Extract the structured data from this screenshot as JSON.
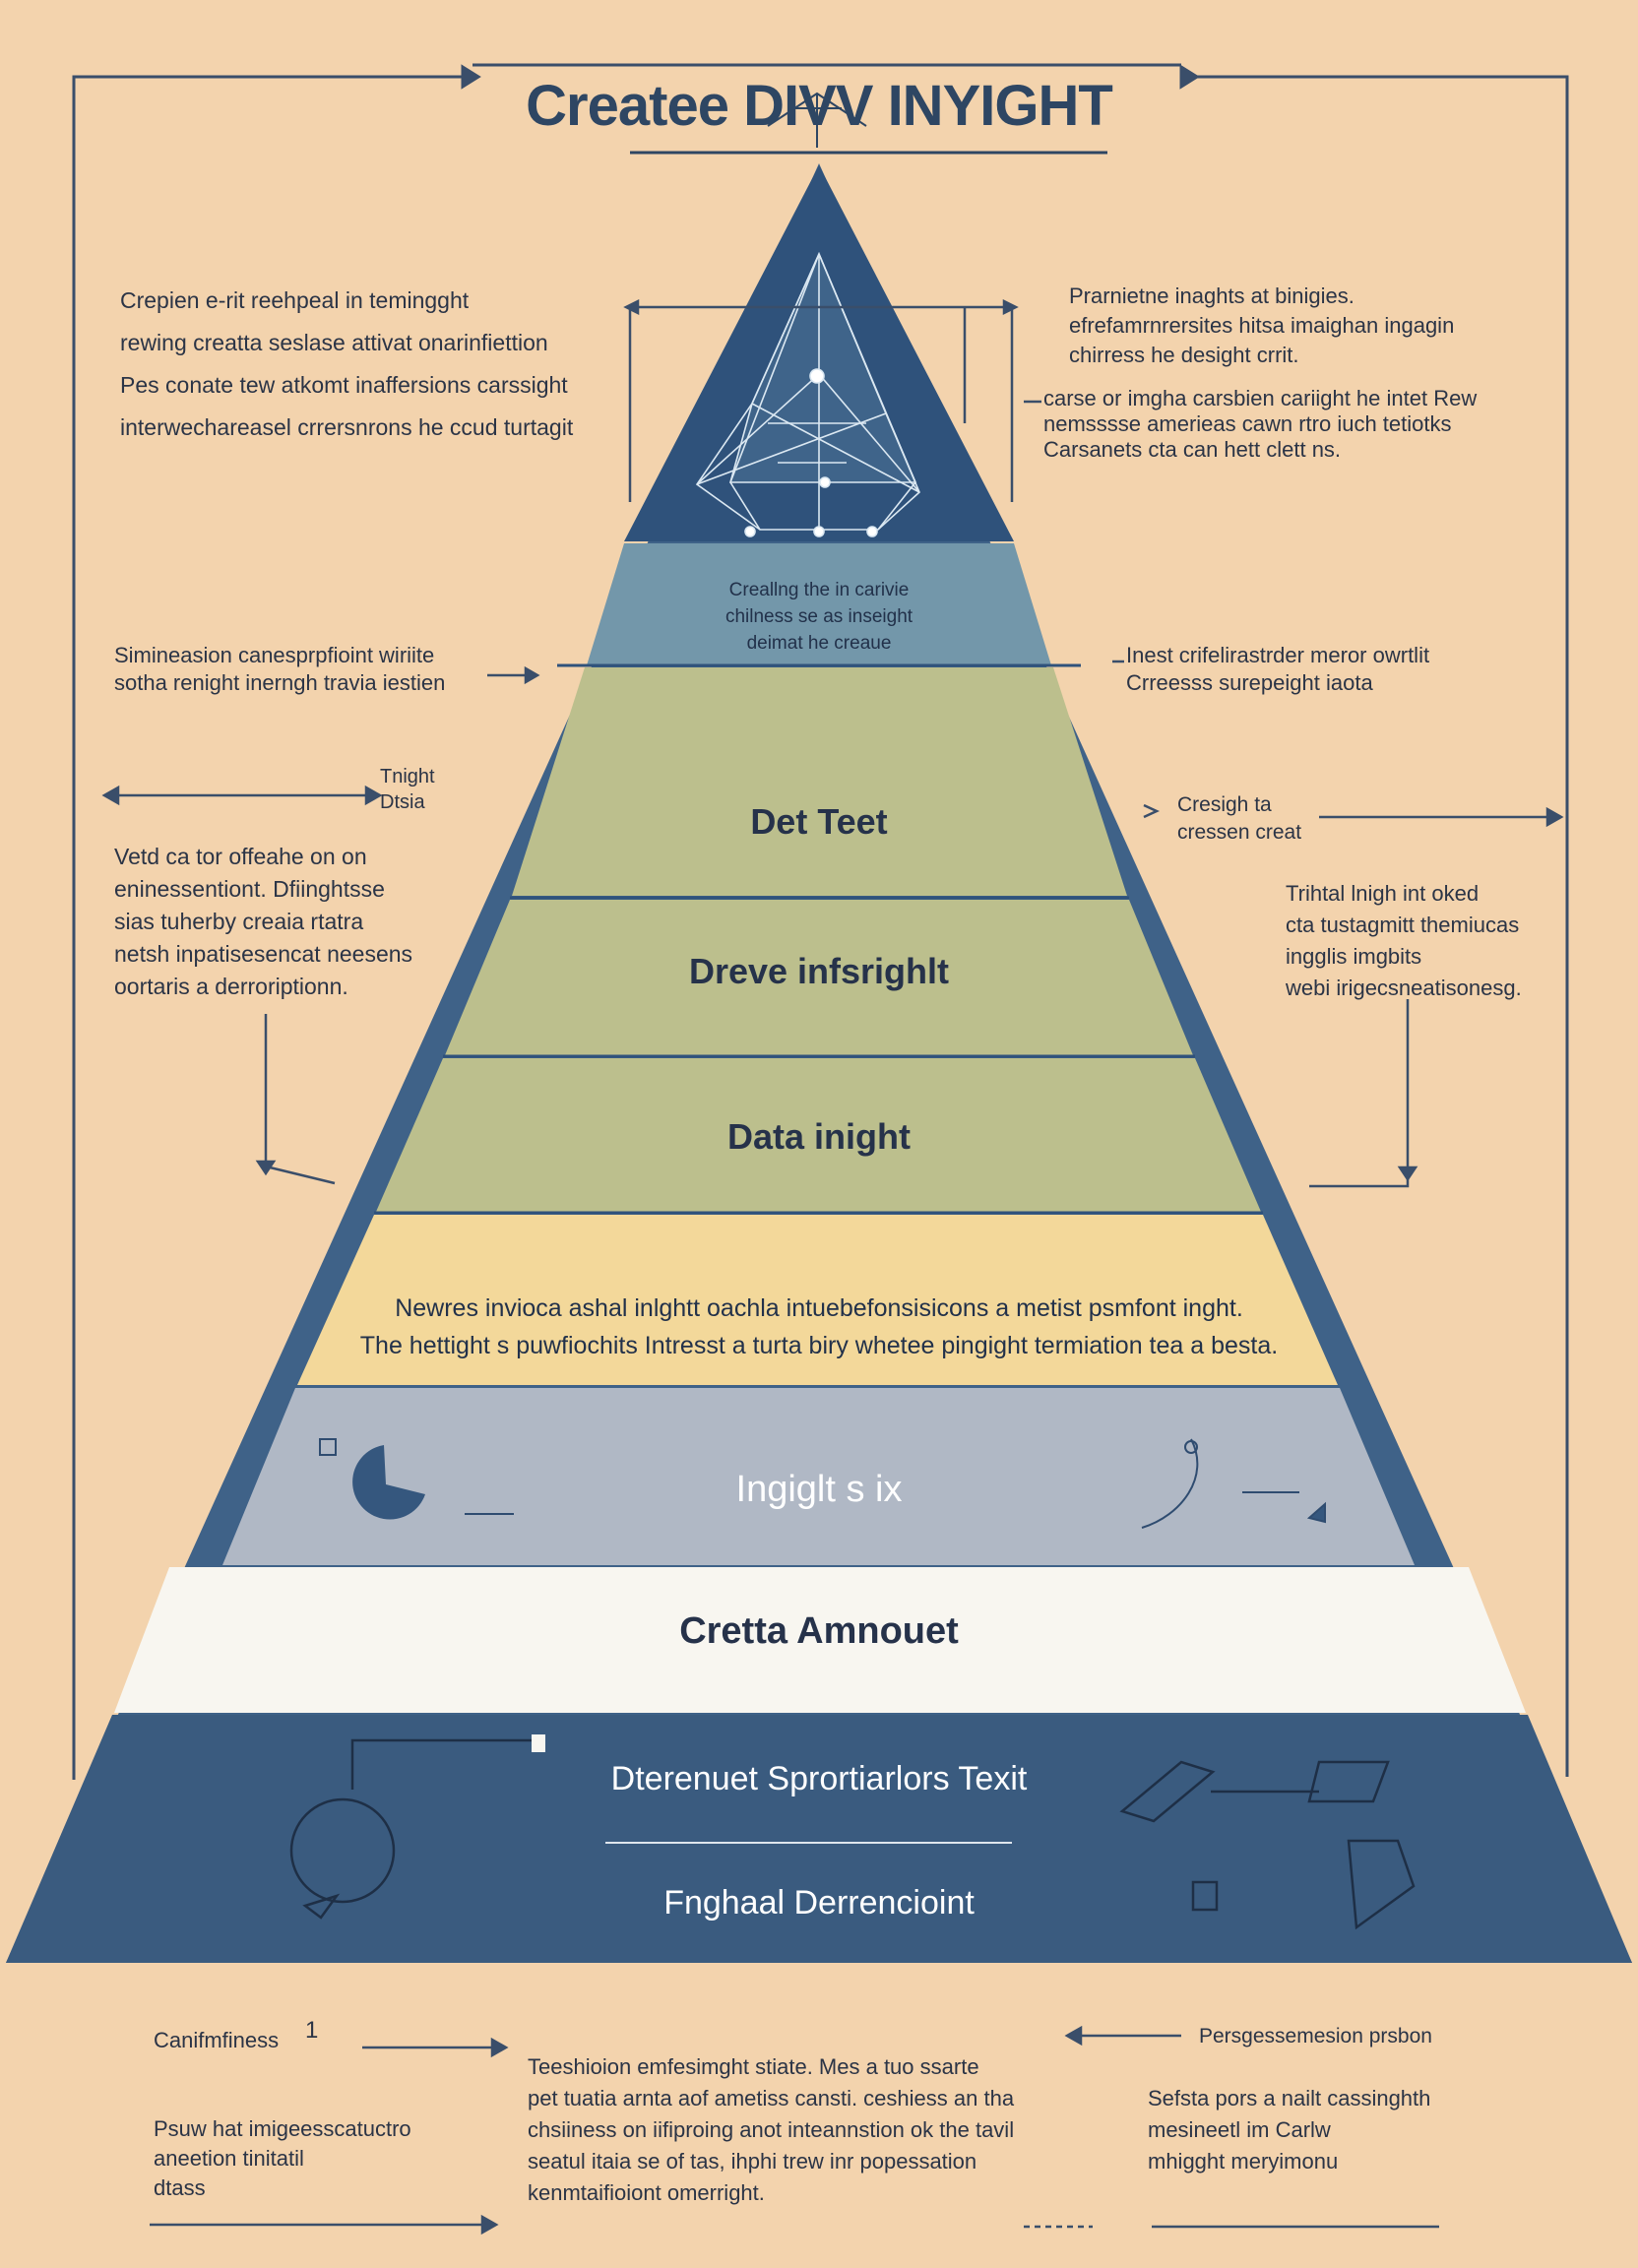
{
  "title": "Createe DIVV INYIGHT",
  "pyramid": {
    "apex_caption": [
      "Creallng the in carivie",
      "chilness se as inseight",
      "deimat he creaue"
    ],
    "layers": [
      {
        "label": "Det Teet"
      },
      {
        "label": "Dreve infsrighlt"
      },
      {
        "label": "Data inight"
      },
      {
        "lines": [
          "Newres invioca ashal inlghtt oachla intuebefonsisicons a metist psmfont inght.",
          "The hettight s puwfiochits Intresst a turta biry whetee pingight termiation tea a besta."
        ]
      },
      {
        "label": "Ingiglt s ix"
      },
      {
        "label": "Cretta Amnouet"
      },
      {
        "label": "Dterenuet Sprortiarlors Texit"
      },
      {
        "label": "Fnghaal Derrencioint"
      }
    ]
  },
  "left_notes": {
    "top": [
      "Crepien e-rit reehpeal in temingght",
      "rewing creatta seslase attivat onarinfiettion",
      "Pes conate tew atkomt inaffersions carssight",
      "interwechareasel crrersnrons he ccud turtagit"
    ],
    "mid": [
      "Simineasion canesprpfioint wiriite",
      "sotha renight inerngh travia iestien"
    ],
    "tag": [
      "Tnight",
      "Dtsia"
    ],
    "lower": [
      "Vetd ca tor offeahe on on",
      "eninessentiont. Dfiinghtsse",
      "sias tuherby creaia rtatra",
      "netsh inpatisesencat neesens",
      "oortaris a derroriptionn."
    ]
  },
  "right_notes": {
    "top": [
      "Prarnietne inaghts at binigies.",
      "efrefamrnrersites hitsa imaighan ingagin",
      "chirress he desight crrit."
    ],
    "top2": [
      "carse or imgha carsbien cariight he intet Rew",
      "nemsssse amerieas cawn rtro iuch tetiotks",
      "Carsanets cta can hett clett ns."
    ],
    "mid": [
      "Inest crifelirastrder meror owrtlit",
      "Crreesss surepeight iaota"
    ],
    "tag": [
      "Cresigh ta",
      "cressen creat"
    ],
    "lower": [
      "Trihtal lnigh int oked",
      "cta tustagmitt themiucas",
      "ingglis imgbits",
      "webi irigecsneatisonesg."
    ]
  },
  "bottom_notes": {
    "left_head": "Canifmfiness",
    "left_num": "1",
    "left_body": [
      "Psuw hat imigeesscatuctro",
      "aneetion tinitatil",
      "dtass"
    ],
    "center": [
      "Teeshioion emfesimght stiate. Mes a tuo ssarte",
      "pet tuatia arnta aof ametiss cansti. ceshiess an tha",
      "chsiiness on iifiproing anot inteannstion ok the tavil",
      "seatul itaia se of tas, ihphi trew inr popessation",
      "kenmtaifioiont omerright."
    ],
    "right_head": "Persgessemesion prsbon",
    "right_body": [
      "Sefsta pors a nailt cassinghth",
      "mesineetl im Carlw",
      "mhigght meryimonu"
    ]
  },
  "colors": {
    "background": "#f3d3ad",
    "pyramid_outline": "#3f6288",
    "apex": "#35577e",
    "band_teal": "#7397aa",
    "band_olive": "#bcbf8d",
    "band_yellow": "#f3d89a",
    "band_gray": "#b0b8c5",
    "band_white": "#f8f6f0",
    "band_navy": "#3a5b7f"
  }
}
